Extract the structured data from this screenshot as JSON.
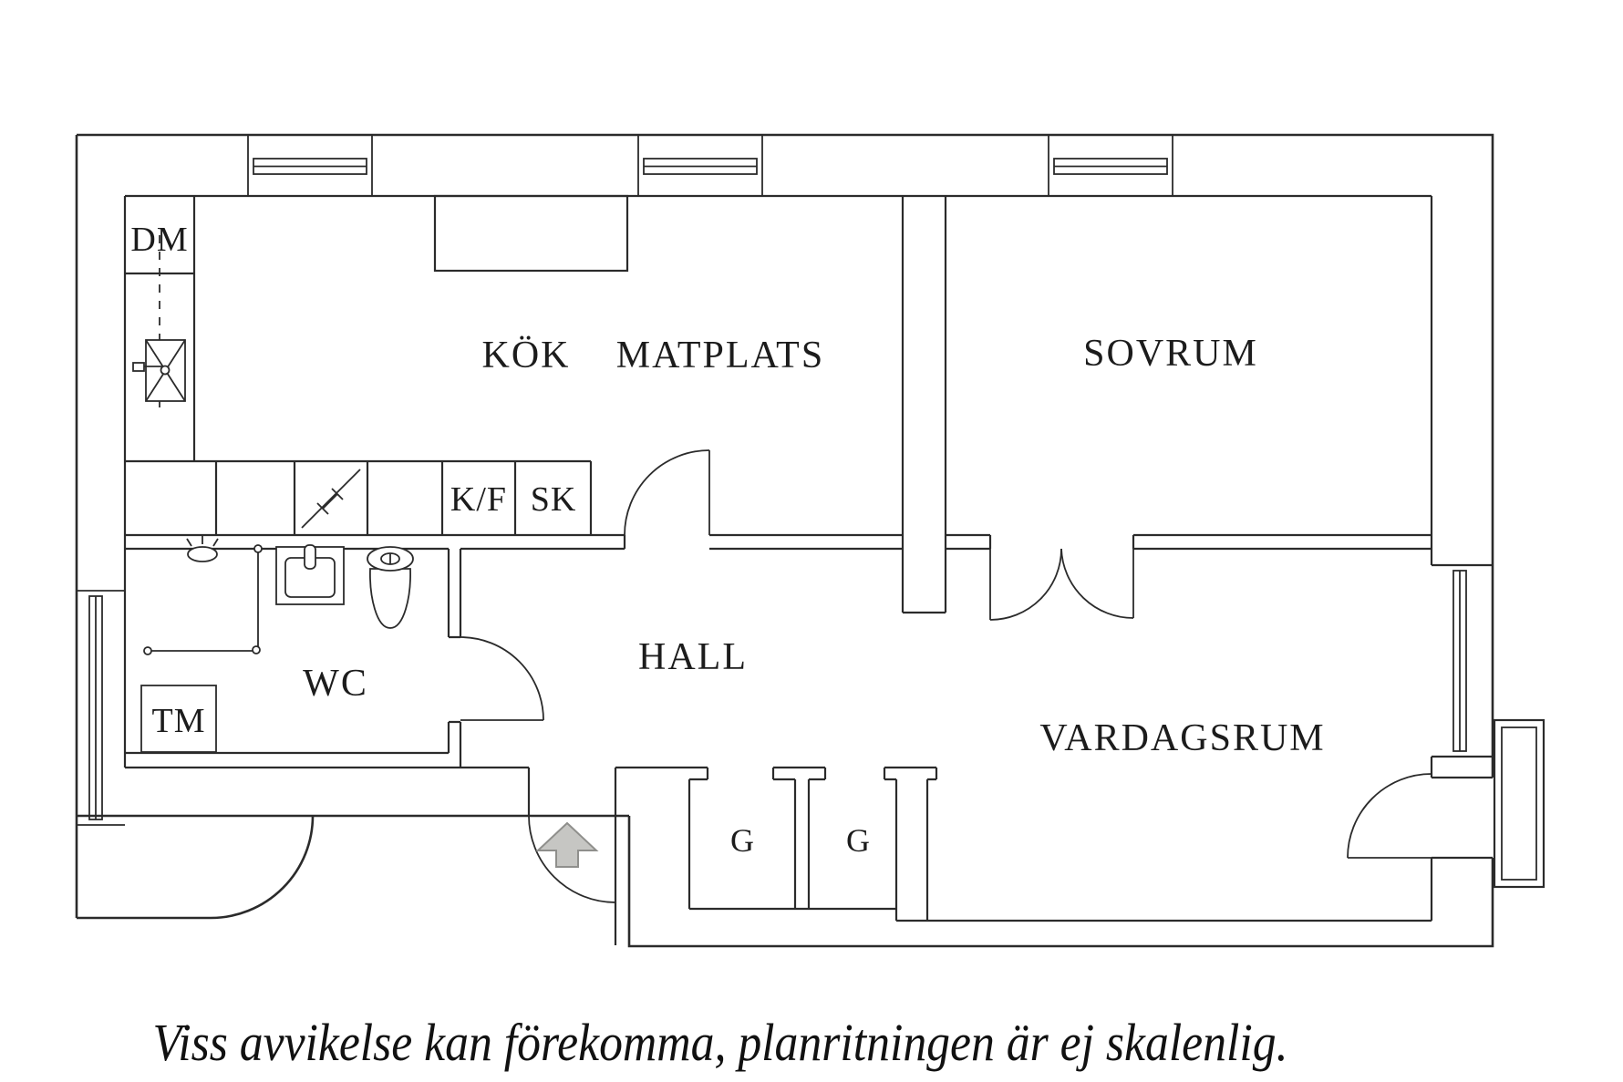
{
  "plan": {
    "labels": {
      "kok": "KÖK",
      "matplats": "MATPLATS",
      "sovrum": "SOVRUM",
      "hall": "HALL",
      "wc": "WC",
      "vardagsrum": "VARDAGSRUM",
      "dm": "DM",
      "tm": "TM",
      "kf": "K/F",
      "sk": "SK",
      "g1": "G",
      "g2": "G"
    },
    "disclaimer": "Viss avvikelse kan förekomma, planritningen är ej skalenlig.",
    "fixtures": [
      "kitchen-sink",
      "stove-hob",
      "shower",
      "wc-sink",
      "toilet",
      "entry-arrow"
    ],
    "colors": {
      "line": "#2b2b2b",
      "background": "#ffffff",
      "arrow_fill": "#c6c6c3",
      "arrow_stroke": "#8f8f8c"
    }
  }
}
